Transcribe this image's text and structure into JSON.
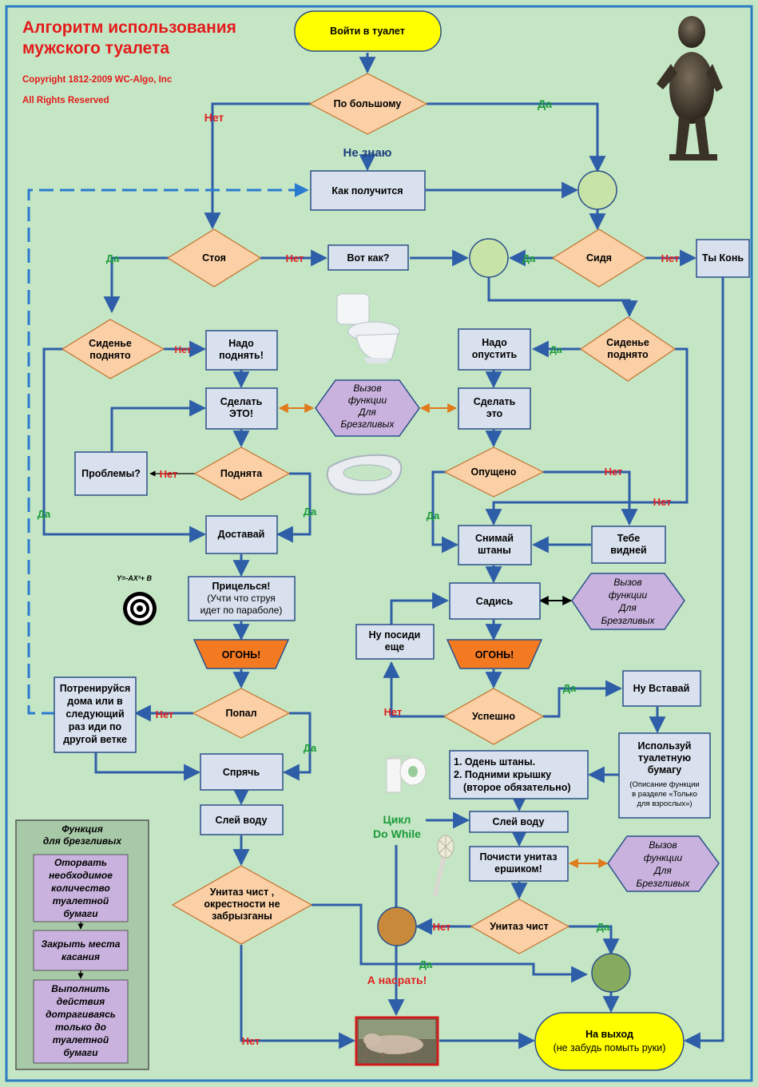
{
  "title_lines": [
    "Алгоритм использования",
    "мужского туалета"
  ],
  "copyright": "Copyright 1812-2009 WC-Algo, Inc",
  "rights": "All Rights Reserved",
  "nodes": {
    "start": "Войти в туалет",
    "by_big": "По большому",
    "whatever": "Как получится",
    "standing": "Стоя",
    "like_this": "Вот как?",
    "sitting": "Сидя",
    "horse": "Ты Конь",
    "seat_up_left": [
      "Сиденье",
      "поднято"
    ],
    "need_raise": [
      "Надо",
      "поднять!"
    ],
    "do_it_left": [
      "Сделать",
      "ЭТО!"
    ],
    "squeamish_1": [
      "Вызов",
      "функции",
      "Для",
      "Брезгливых"
    ],
    "do_it_right": [
      "Сделать",
      "это"
    ],
    "need_lower": [
      "Надо",
      "опустить"
    ],
    "seat_up_right": [
      "Сиденье",
      "поднято"
    ],
    "problems": "Проблемы?",
    "raised": "Поднята",
    "lowered": "Опущено",
    "take_out": "Доставай",
    "pants_off": [
      "Снимай",
      "штаны"
    ],
    "you_see": [
      "Тебе",
      "видней"
    ],
    "aim": [
      "Прицелься!",
      "(Учти что струя",
      "идет по параболе)"
    ],
    "formula": "Y=-AX²+ B",
    "fire_left": "ОГОНЬ!",
    "sit": "Садись",
    "squeamish_2": [
      "Вызов",
      "функции",
      "Для",
      "Брезгливых"
    ],
    "sit_more": [
      "Ну посиди",
      "еще"
    ],
    "fire_right": "ОГОНЬ!",
    "train": [
      "Потренируйся",
      "дома или в",
      "следующий",
      "раз иди по",
      "другой ветке"
    ],
    "hit": "Попал",
    "success": "Успешно",
    "get_up": "Ну Вставай",
    "use_paper": [
      "Используй",
      "туалетную",
      "бумагу"
    ],
    "use_paper_note": [
      "(Описание функции",
      "в разделе «Только",
      "для взрослых»)"
    ],
    "hide": "Спрячь",
    "pants_on": [
      "1. Одень штаны.",
      "2. Подними крышку",
      "(второе обязательно)"
    ],
    "flush_left": "Слей воду",
    "flush_right": "Слей воду",
    "loop": [
      "Цикл",
      "Do While"
    ],
    "brush": [
      "Почисти унитаз",
      "ершиком!"
    ],
    "squeamish_3": [
      "Вызов",
      "функции",
      "Для",
      "Брезгливых"
    ],
    "clean_left": [
      "Унитаз чист ,",
      "окрестности не",
      "забрызганы"
    ],
    "clean_right": "Унитаз чист",
    "poop": "А насрать!",
    "exit": [
      "На выход",
      "(не забудь помыть руки)"
    ]
  },
  "labels": {
    "yes": "Да",
    "no": "Нет",
    "dont_know": "Не знаю"
  },
  "legend": {
    "title": [
      "Функция",
      "для брезгливых"
    ],
    "step1": [
      "Оторвать",
      "необходимое",
      "количество",
      "туалетной",
      "бумаги"
    ],
    "step2": [
      "Закрыть места",
      "касания"
    ],
    "step3": [
      "Выполнить",
      "действия",
      "дотрагиваясь",
      "только до",
      "туалетной",
      "бумаги"
    ]
  },
  "colors": {
    "background": "#c5e6c5",
    "border": "#2b7bc1",
    "process": "#d9e1ee",
    "decision": "#fbd0a6",
    "terminal": "#ffff00",
    "function": "#c9b3de",
    "fire": "#f47a22",
    "connector": "#c7e3a7",
    "arrow": "#2f5ea8",
    "dashed": "#2a7ad0",
    "yes_color": "#1a9a3a",
    "no_color": "#e02020",
    "legend_bg": "#a8c9a8"
  }
}
